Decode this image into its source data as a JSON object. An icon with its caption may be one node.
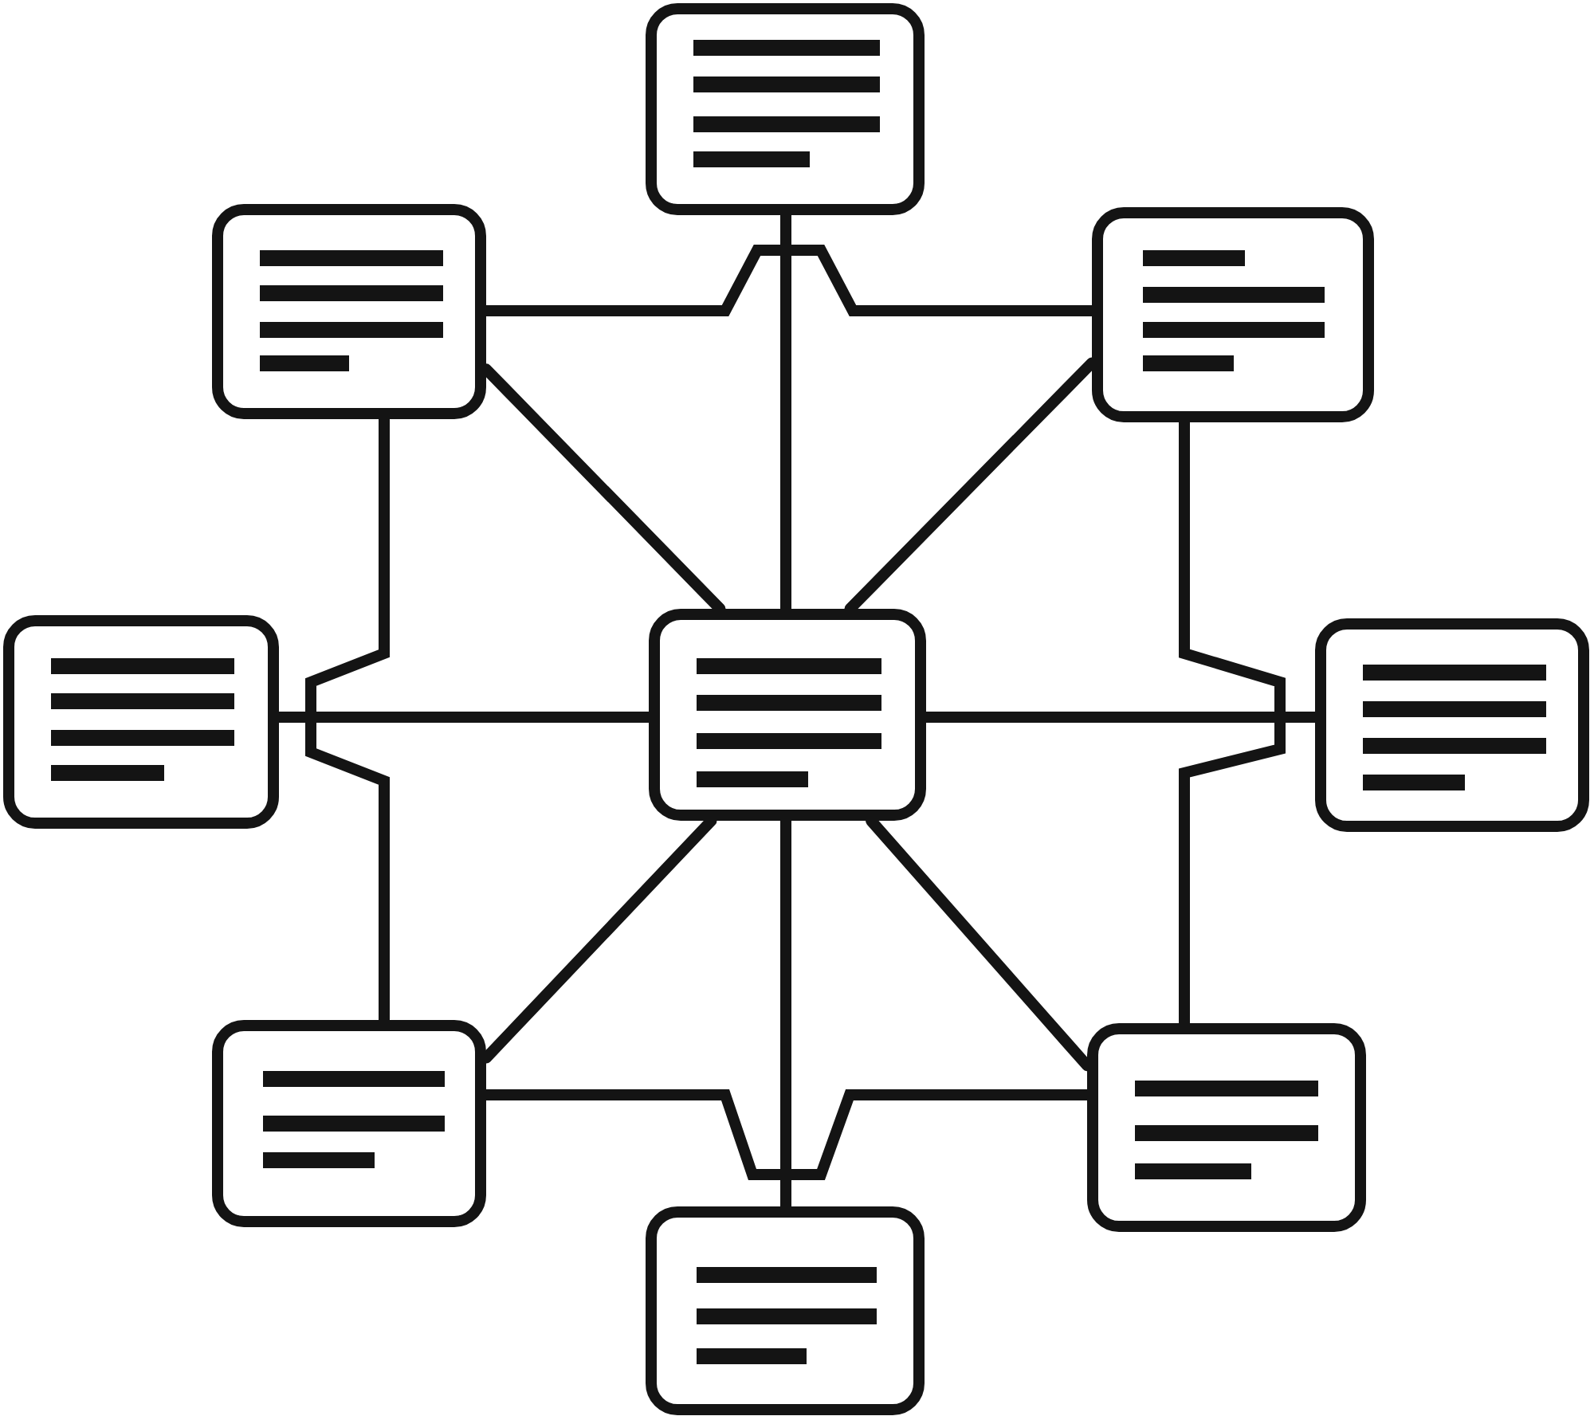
{
  "diagram": {
    "nodes": [
      {
        "text": [],
        "shape": "box"
      },
      {
        "text": [],
        "shape": "box"
      },
      {
        "text": [],
        "shape": "box"
      },
      {
        "text": [],
        "shape": "box"
      },
      {
        "text": [],
        "shape": "box"
      },
      {
        "text": [],
        "shape": "box"
      },
      {
        "text": [],
        "shape": "box"
      },
      {
        "text": [],
        "shape": "box"
      },
      {
        "text": [],
        "shape": "box"
      }
    ],
    "edges": [
      {
        "from": 4,
        "to": 0,
        "arrow": "none"
      },
      {
        "from": 4,
        "to": 1,
        "arrow": "none"
      },
      {
        "from": 4,
        "to": 2,
        "arrow": "none"
      },
      {
        "from": 4,
        "to": 3,
        "arrow": "none"
      },
      {
        "from": 4,
        "to": 5,
        "arrow": "none"
      },
      {
        "from": 4,
        "to": 6,
        "arrow": "none"
      },
      {
        "from": 4,
        "to": 7,
        "arrow": "none"
      },
      {
        "from": 4,
        "to": 8,
        "arrow": "none"
      },
      {
        "from": 1,
        "to": 0,
        "arrow": "none"
      },
      {
        "from": 2,
        "to": 0,
        "arrow": "none"
      },
      {
        "from": 1,
        "to": 3,
        "arrow": "none"
      },
      {
        "from": 6,
        "to": 3,
        "arrow": "none"
      },
      {
        "from": 2,
        "to": 5,
        "arrow": "none"
      },
      {
        "from": 7,
        "to": 5,
        "arrow": "none"
      },
      {
        "from": 6,
        "to": 8,
        "arrow": "none"
      },
      {
        "from": 7,
        "to": 8,
        "arrow": "none"
      }
    ]
  }
}
